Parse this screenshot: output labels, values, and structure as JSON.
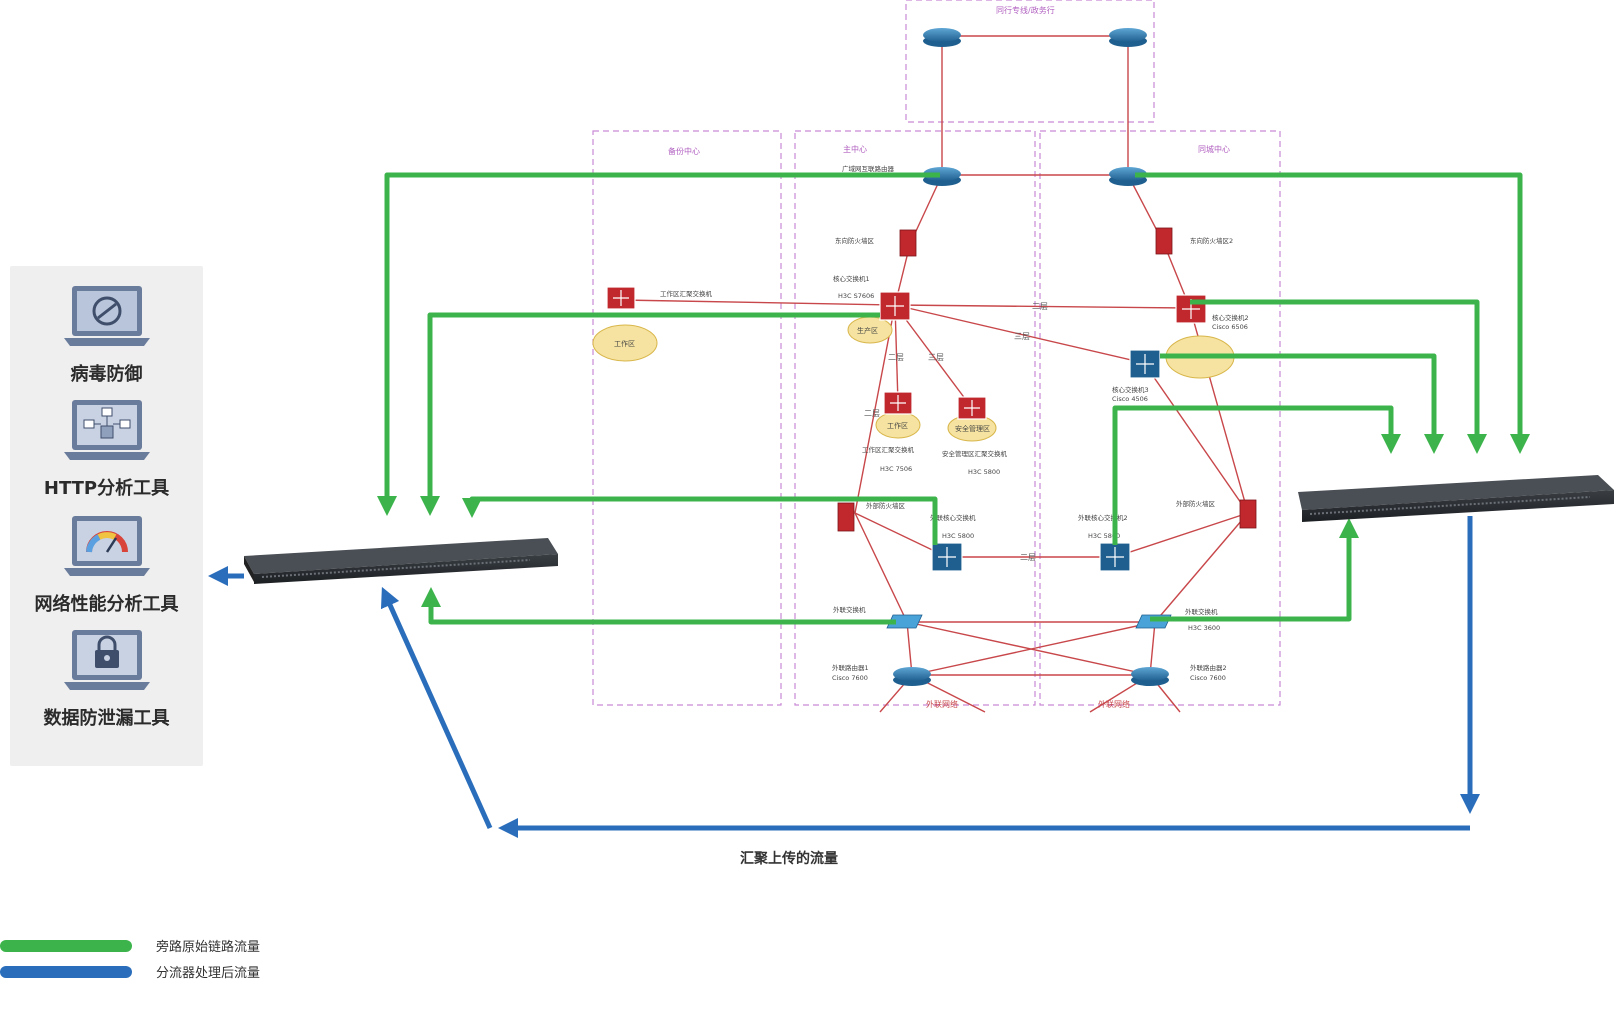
{
  "tools": [
    {
      "label": "病毒防御",
      "icon": "virus-shield-laptop-icon"
    },
    {
      "label": "HTTP分析工具",
      "icon": "http-topology-laptop-icon"
    },
    {
      "label": "网络性能分析工具",
      "icon": "performance-gauge-laptop-icon"
    },
    {
      "label": "数据防泄漏工具",
      "icon": "lock-laptop-icon"
    }
  ],
  "regions": {
    "top": "同行专线/政务行",
    "backup": "备份中心",
    "main": "主中心",
    "secondary": "同城中心"
  },
  "nodes": {
    "main_router": "广域网互联路由器",
    "main_fw": "东向防火墙区",
    "main_core": "核心交换机1",
    "main_core_model": "H3C S7606",
    "sec_fw": "东向防火墙区2",
    "sec_core": "核心交换机2",
    "sec_core_model": "Cisco 6506",
    "sec_core3": "核心交换机3",
    "sec_core3_model": "Cisco 4506",
    "backup_sw": "工作区汇聚交换机",
    "backup_cloud": "工作区",
    "prod_cloud": "生产区",
    "work_cloud": "工作区",
    "sec_cloud": "安全管理区",
    "work_agg": "工作区汇聚交换机",
    "work_agg_model": "H3C 7506",
    "sec_mgmt": "安全管理区汇聚交换机",
    "sec_mgmt_model": "H3C 5800",
    "ext_fw1": "外部防火墙区",
    "ext_fw2": "外部防火墙区",
    "ext_core1": "外联核心交换机",
    "ext_core1_model": "H3C 5800",
    "ext_core2": "外联核心交换机2",
    "ext_core2_model": "H3C 5800",
    "ext_sw1": "外联交换机",
    "ext_sw2": "外联交换机",
    "ext_sw2_model": "H3C 3600",
    "ext_r1": "外联路由器1",
    "ext_r1_model": "Cisco 7600",
    "ext_r2": "外联路由器2",
    "ext_r2_model": "Cisco 7600",
    "ext_area1": "外联网络",
    "ext_area2": "外联网络"
  },
  "link_labels": {
    "layer2": "二层",
    "layer3": "三层"
  },
  "caption": "汇聚上传的流量",
  "legend": [
    {
      "label": "旁路原始链路流量",
      "color": "#3cb44b"
    },
    {
      "label": "分流器处理后流量",
      "color": "#2a6ebb"
    }
  ],
  "colors": {
    "green": "#3cb44b",
    "blue": "#2a6ebb",
    "dash": "#c98ad6",
    "link": "#c8474a"
  }
}
